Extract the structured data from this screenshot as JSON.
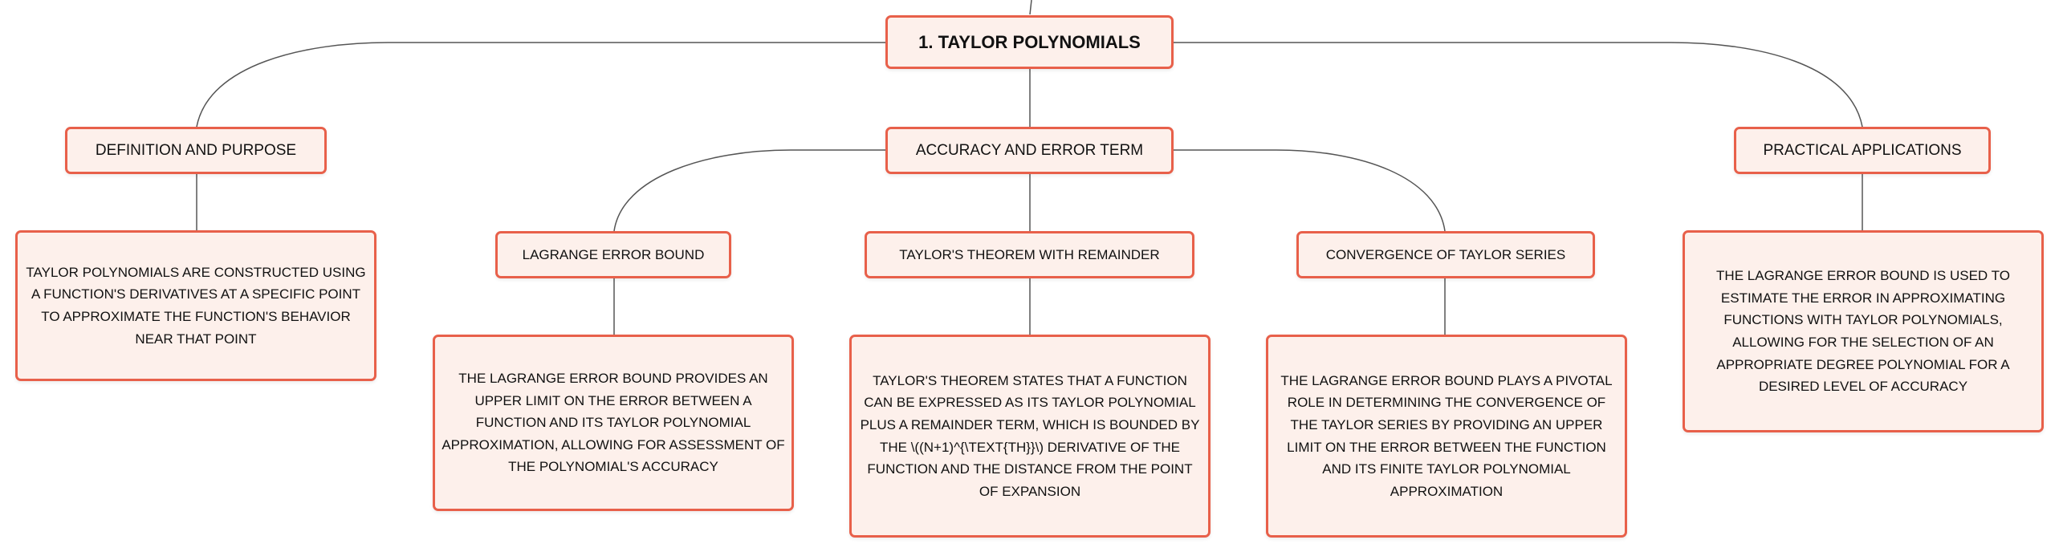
{
  "diagram": {
    "root": {
      "label": "1. TAYLOR POLYNOMIALS"
    },
    "branches": {
      "definition": {
        "label": "DEFINITION AND PURPOSE",
        "detail": "TAYLOR POLYNOMIALS ARE CONSTRUCTED USING A FUNCTION'S DERIVATIVES AT A SPECIFIC POINT TO APPROXIMATE THE FUNCTION'S BEHAVIOR NEAR THAT POINT"
      },
      "accuracy": {
        "label": "ACCURACY AND ERROR TERM",
        "children": {
          "lagrange": {
            "label": "LAGRANGE ERROR BOUND",
            "detail": "THE LAGRANGE ERROR BOUND PROVIDES AN UPPER LIMIT ON THE ERROR BETWEEN A FUNCTION AND ITS TAYLOR POLYNOMIAL APPROXIMATION, ALLOWING FOR ASSESSMENT OF THE POLYNOMIAL'S ACCURACY"
          },
          "theorem": {
            "label": "TAYLOR'S THEOREM WITH REMAINDER",
            "detail": "TAYLOR'S THEOREM STATES THAT A FUNCTION CAN BE EXPRESSED AS ITS TAYLOR POLYNOMIAL PLUS A REMAINDER TERM, WHICH IS BOUNDED BY THE \\((N+1)^{\\TEXT{TH}}\\) DERIVATIVE OF THE FUNCTION AND THE DISTANCE FROM THE POINT OF EXPANSION"
          },
          "convergence": {
            "label": "CONVERGENCE OF TAYLOR SERIES",
            "detail": "THE LAGRANGE ERROR BOUND PLAYS A PIVOTAL ROLE IN DETERMINING THE CONVERGENCE OF THE TAYLOR SERIES BY PROVIDING AN UPPER LIMIT ON THE ERROR BETWEEN THE FUNCTION AND ITS FINITE TAYLOR POLYNOMIAL APPROXIMATION"
          }
        }
      },
      "applications": {
        "label": "PRACTICAL APPLICATIONS",
        "detail": "THE LAGRANGE ERROR BOUND IS USED TO ESTIMATE THE ERROR IN APPROXIMATING FUNCTIONS WITH TAYLOR POLYNOMIALS, ALLOWING FOR THE SELECTION OF AN APPROPRIATE DEGREE POLYNOMIAL FOR A DESIRED LEVEL OF ACCURACY"
      }
    }
  },
  "colors": {
    "node_border": "#e8604a",
    "node_fill": "#fdf0eb",
    "connector": "#555555",
    "text": "#111111"
  }
}
